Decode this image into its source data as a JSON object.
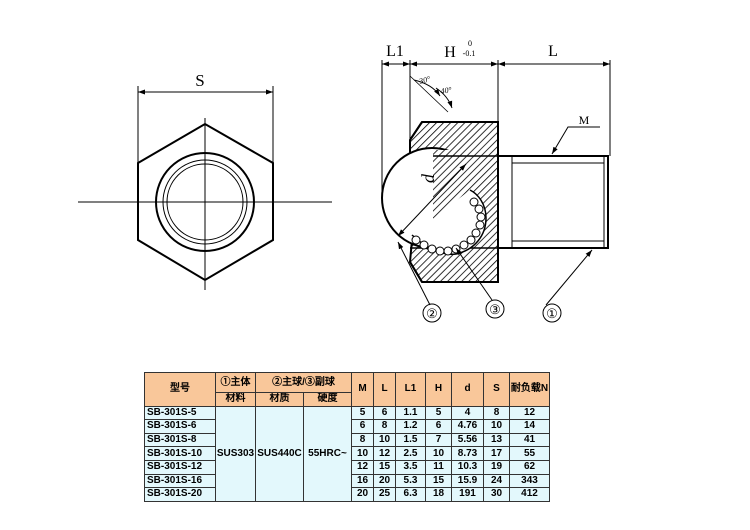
{
  "drawing": {
    "labels": {
      "s": "S",
      "l1": "L1",
      "h": "H",
      "h_tol_upper": "0",
      "h_tol_lower": "-0.1",
      "l": "L",
      "angle1": "30°",
      "angle2": "40°",
      "m": "M",
      "d": "d"
    },
    "callouts": [
      "①",
      "②",
      "③"
    ]
  },
  "table": {
    "headers": {
      "model": "型号",
      "group1_top": "①主体",
      "group1_bottom": "材料",
      "group2_top": "②主球/③副球",
      "group2_bottom_left": "材质",
      "group2_bottom_right": "硬度",
      "m": "M",
      "l": "L",
      "l1": "L1",
      "h": "H",
      "d": "d",
      "s": "S",
      "load": "耐负载N"
    },
    "material": "SUS303",
    "ball_material": "SUS440C",
    "hardness": "55HRC~",
    "rows": [
      {
        "model": "SB-301S-5",
        "m": "5",
        "l": "6",
        "l1": "1.1",
        "h": "5",
        "d": "4",
        "s": "8",
        "load": "12"
      },
      {
        "model": "SB-301S-6",
        "m": "6",
        "l": "8",
        "l1": "1.2",
        "h": "6",
        "d": "4.76",
        "s": "10",
        "load": "14"
      },
      {
        "model": "SB-301S-8",
        "m": "8",
        "l": "10",
        "l1": "1.5",
        "h": "7",
        "d": "5.56",
        "s": "13",
        "load": "41"
      },
      {
        "model": "SB-301S-10",
        "m": "10",
        "l": "12",
        "l1": "2.5",
        "h": "10",
        "d": "8.73",
        "s": "17",
        "load": "55"
      },
      {
        "model": "SB-301S-12",
        "m": "12",
        "l": "15",
        "l1": "3.5",
        "h": "11",
        "d": "10.3",
        "s": "19",
        "load": "62"
      },
      {
        "model": "SB-301S-16",
        "m": "16",
        "l": "20",
        "l1": "5.3",
        "h": "15",
        "d": "15.9",
        "s": "24",
        "load": "343"
      },
      {
        "model": "SB-301S-20",
        "m": "20",
        "l": "25",
        "l1": "6.3",
        "h": "18",
        "d": "191",
        "s": "30",
        "load": "412"
      }
    ]
  }
}
